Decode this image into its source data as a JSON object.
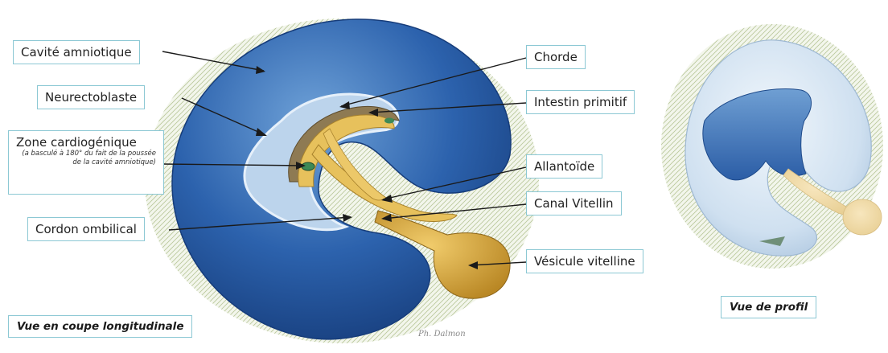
{
  "labels": {
    "amniotic_cavity": "Cavité amniotique",
    "neurectoblast": "Neurectoblaste",
    "cardiogenic_zone": "Zone cardiogénique",
    "cardiogenic_note": "(a basculé à 180° du fait de la poussée de la cavité amniotique)",
    "umbilical_cord": "Cordon ombilical",
    "notochord": "Chorde",
    "primitive_gut": "Intestin primitif",
    "allantois": "Allantoïde",
    "vitelline_duct": "Canal Vitellin",
    "yolk_sac": "Vésicule vitelline"
  },
  "captions": {
    "longitudinal_section": "Vue en coupe longitudinale",
    "profile_view": "Vue de profil"
  },
  "colors": {
    "amnion_dark": "#1e4f95",
    "amnion_light": "#a9c8e6",
    "yolk": "#e1b44c",
    "box_border": "#8cc8d4"
  }
}
